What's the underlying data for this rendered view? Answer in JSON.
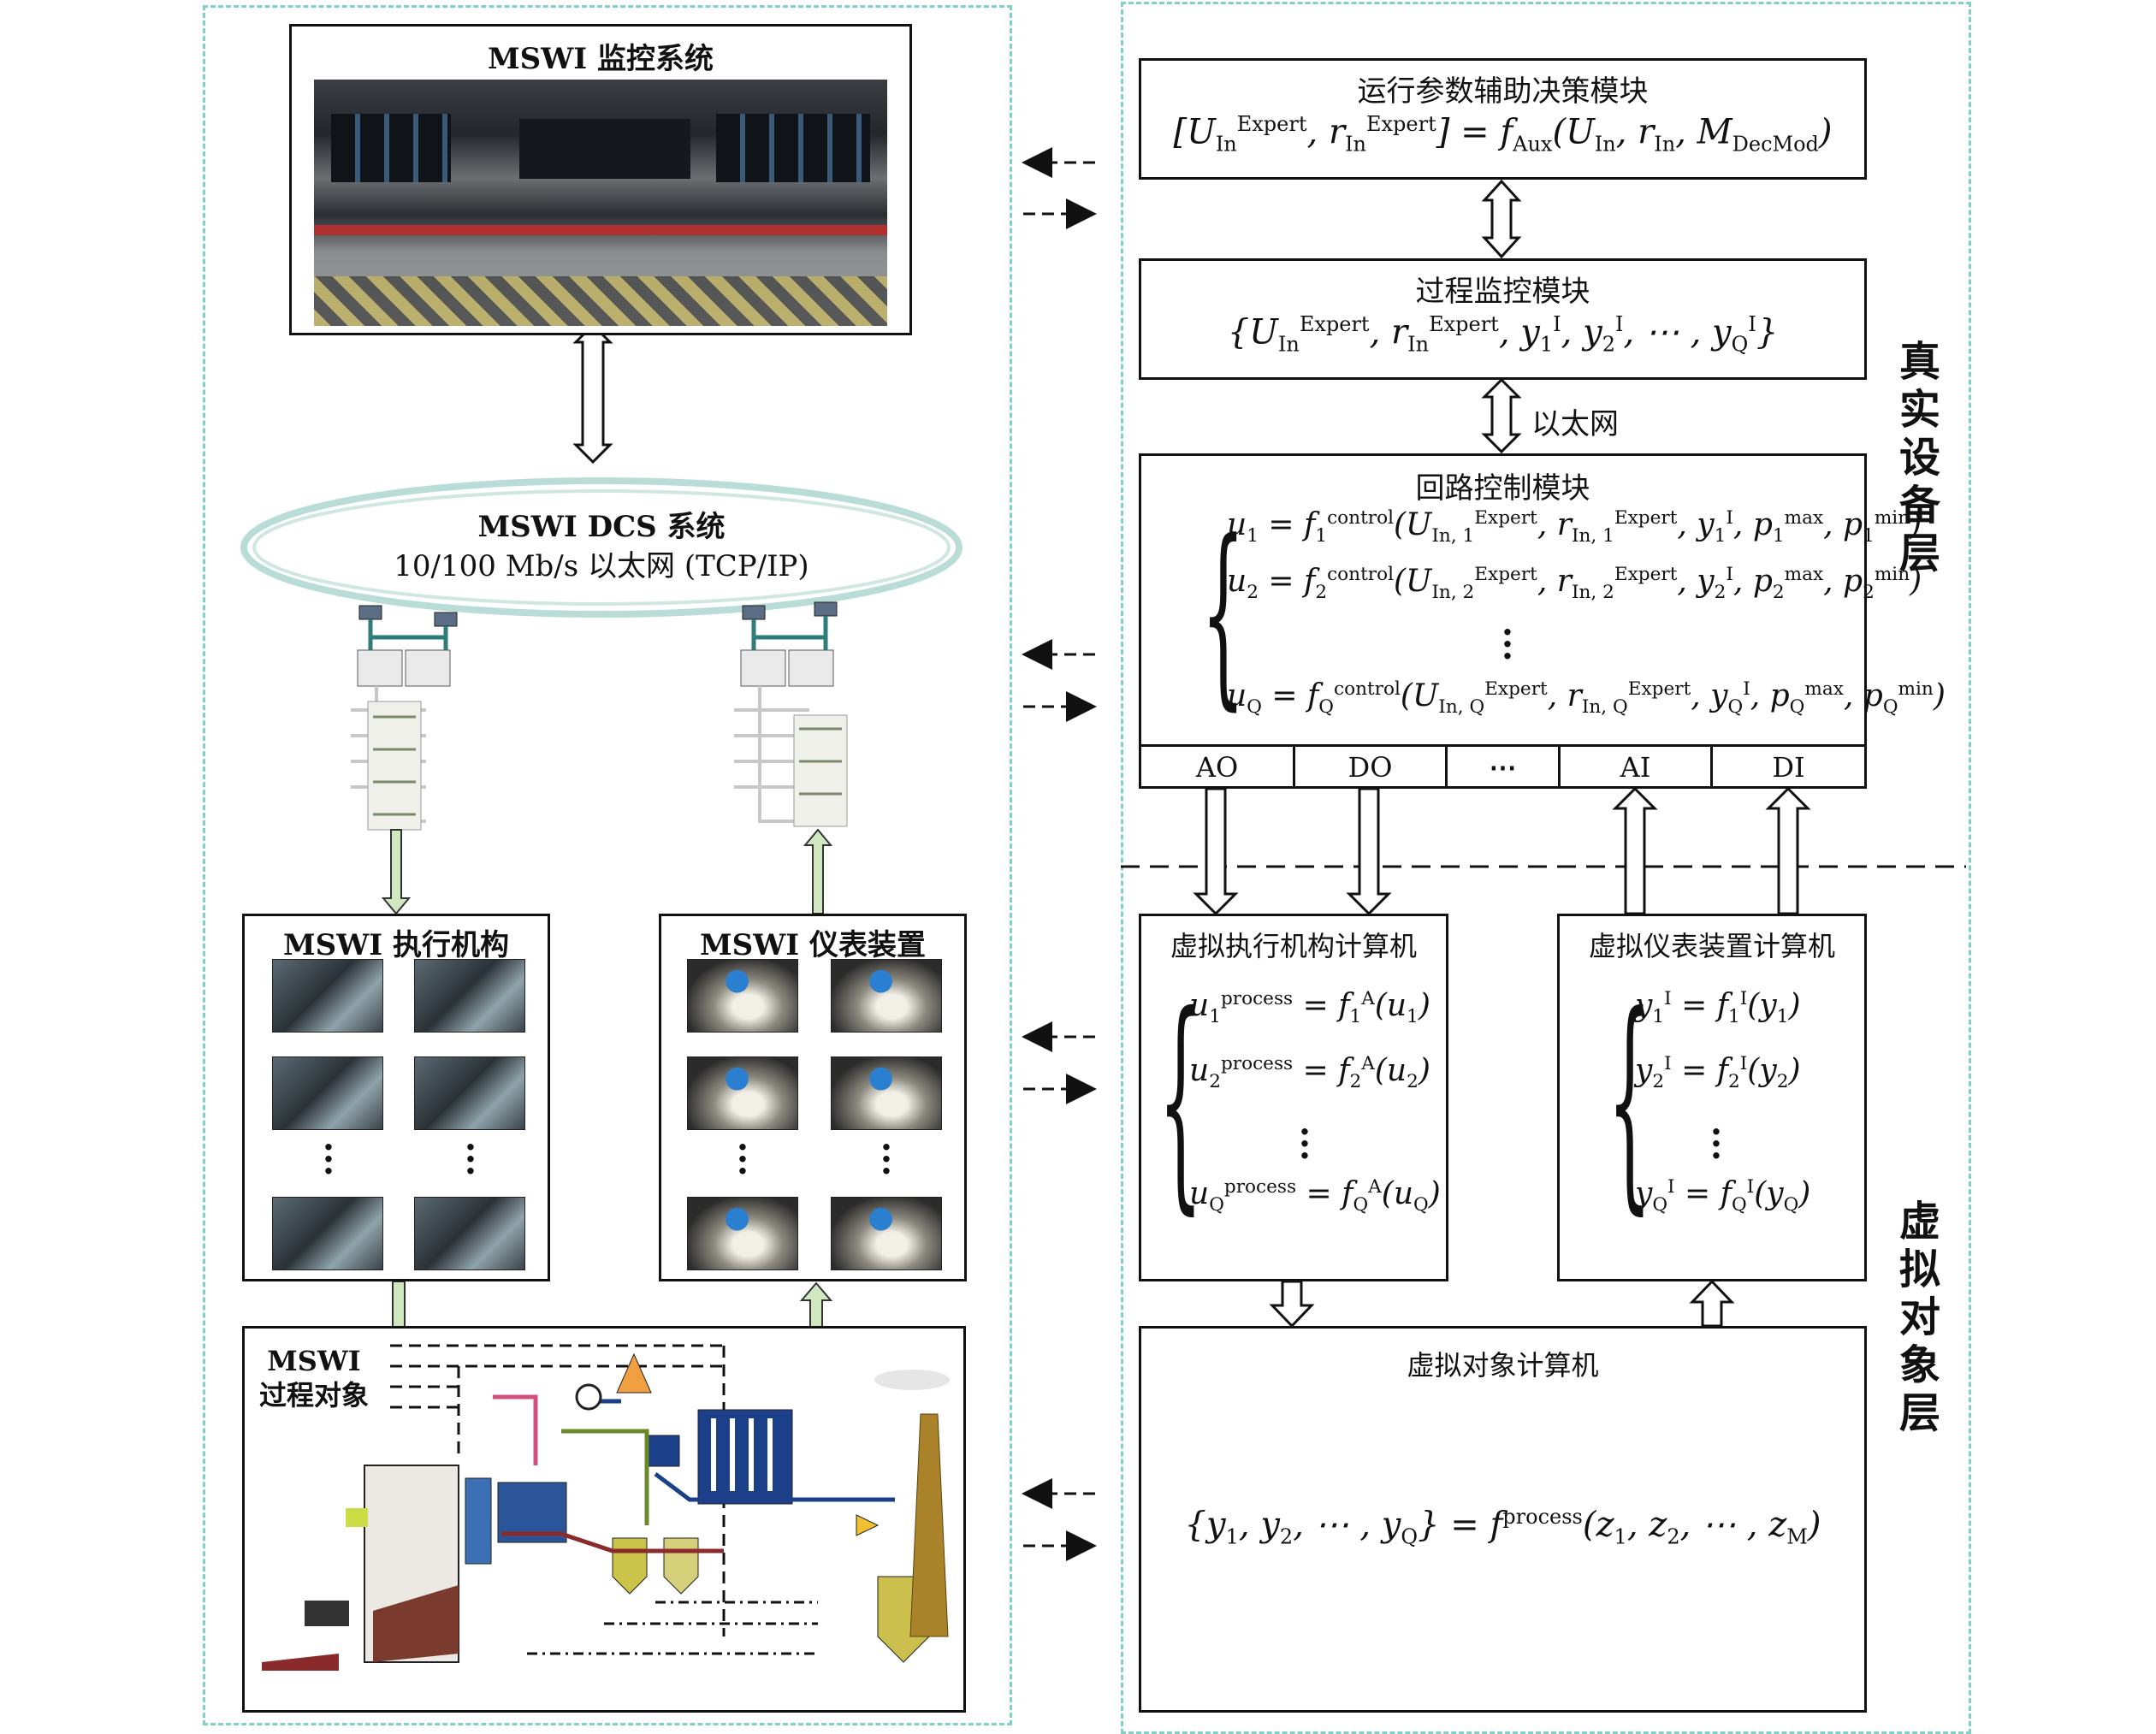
{
  "monitor": {
    "title": "MSWI 监控系统"
  },
  "dcs": {
    "title": "MSWI DCS 系统",
    "subtitle": "10/100 Mb/s 以太网 (TCP/IP)"
  },
  "actuator": {
    "title": "MSWI 执行机构"
  },
  "instrument": {
    "title": "MSWI 仪表装置"
  },
  "process_object": {
    "title_line1": "MSWI",
    "title_line2": "过程对象"
  },
  "aux_module": {
    "title": "运行参数辅助决策模块",
    "formula": "[U_In^Expert, r_In^Expert] = f_Aux(U_In, r_In, M_DecMod)"
  },
  "monitor_module": {
    "title": "过程监控模块",
    "formula": "{U_In^Expert, r_In^Expert, y_1^I, y_2^I, ⋯, y_Q^I}"
  },
  "ethernet_label": "以太网",
  "loop_module": {
    "title": "回路控制模块",
    "eq1": "u_1 = f_1^control(U_In,1^Expert, r_In,1^Expert, y_1^I, p_1^max, p_1^min)",
    "eq2": "u_2 = f_2^control(U_In,2^Expert, r_In,2^Expert, y_2^I, p_2^max, p_2^min)",
    "eqQ": "u_Q = f_Q^control(U_In,Q^Expert, r_In,Q^Expert, y_Q^I, p_Q^max, p_Q^min)",
    "ports": [
      "AO",
      "DO",
      "⋯",
      "AI",
      "DI"
    ]
  },
  "virt_actuator": {
    "title": "虚拟执行机构计算机",
    "eq1": "u_1^process = f_1^A(u_1)",
    "eq2": "u_2^process = f_2^A(u_2)",
    "eqQ": "u_Q^process = f_Q^A(u_Q)"
  },
  "virt_instrument": {
    "title": "虚拟仪表装置计算机",
    "eq1": "y_1^I = f_1^I(y_1)",
    "eq2": "y_2^I = f_2^I(y_2)",
    "eqQ": "y_Q^I = f_Q^I(y_Q)"
  },
  "virt_object": {
    "title": "虚拟对象计算机",
    "formula": "{y_1, y_2, ⋯, y_Q} = f^process(z_1, z_2, ⋯, z_M)"
  },
  "layers": {
    "real": "真实设备层",
    "virtual": "虚拟对象层"
  },
  "colors": {
    "panel_border": "#7fd1c4",
    "dcs_ring": "#b9ddd6",
    "green_arrow": "#cfe8c0"
  }
}
